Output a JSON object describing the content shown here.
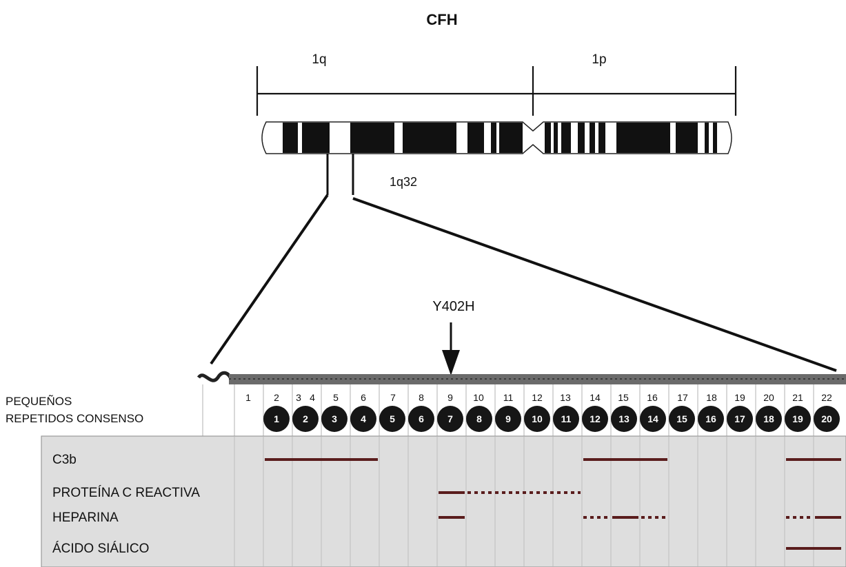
{
  "title": "CFH",
  "chromosome": {
    "arm_left": "1q",
    "arm_right": "1p",
    "band_label": "1q32"
  },
  "mutation": "Y402H",
  "scr_header": [
    "PEQUEÑOS",
    "REPETIDOS CONSENSO"
  ],
  "exons": [
    "1",
    "2",
    "3",
    "4",
    "5",
    "6",
    "7",
    "8",
    "9",
    "10",
    "11",
    "12",
    "13",
    "14",
    "15",
    "16",
    "17",
    "18",
    "19",
    "20",
    "21",
    "22"
  ],
  "scrs": [
    "1",
    "2",
    "3",
    "4",
    "5",
    "6",
    "7",
    "8",
    "9",
    "10",
    "11",
    "12",
    "13",
    "14",
    "15",
    "16",
    "17",
    "18",
    "19",
    "20"
  ],
  "ligands": [
    {
      "name": "C3b",
      "segments": [
        {
          "from": 1,
          "to": 4,
          "style": "solid"
        },
        {
          "from": 12,
          "to": 14,
          "style": "solid"
        },
        {
          "from": 19,
          "to": 20,
          "style": "solid"
        }
      ]
    },
    {
      "name": "PROTEÍNA C REACTIVA",
      "segments": [
        {
          "from": 7,
          "to": 7,
          "style": "solid"
        },
        {
          "from": 8,
          "to": 11,
          "style": "dotted"
        }
      ]
    },
    {
      "name": "HEPARINA",
      "segments": [
        {
          "from": 7,
          "to": 7,
          "style": "solid"
        },
        {
          "from": 12,
          "to": 12,
          "style": "dotted"
        },
        {
          "from": 13,
          "to": 13,
          "style": "solid"
        },
        {
          "from": 14,
          "to": 14,
          "style": "dotted"
        },
        {
          "from": 19,
          "to": 19,
          "style": "dotted"
        },
        {
          "from": 20,
          "to": 20,
          "style": "solid"
        }
      ]
    },
    {
      "name": "ÁCIDO SIÁLICO",
      "segments": [
        {
          "from": 19,
          "to": 20,
          "style": "solid"
        }
      ]
    }
  ],
  "colors": {
    "band": "#111111",
    "panel": "#dedede",
    "scr_fill": "#161616",
    "segment": "#5a1d1d"
  }
}
